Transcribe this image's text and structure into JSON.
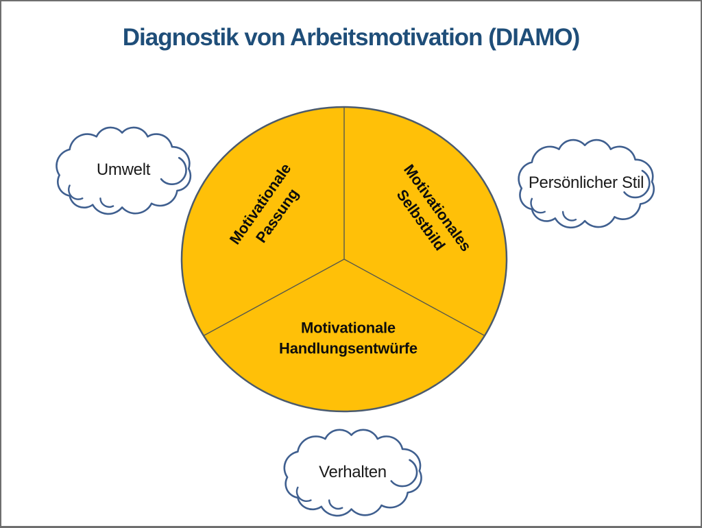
{
  "title": "Diagnostik von Arbeitsmotivation (DIAMO)",
  "diagram": {
    "sectors": [
      {
        "id": "motivationale-passung",
        "label": "Motivationale\nPassung",
        "position": "upper-left"
      },
      {
        "id": "motivationales-selbstbild",
        "label": "Motivationales\nSelbstbild",
        "position": "upper-right"
      },
      {
        "id": "motivationale-handlungsentwuerfe",
        "label": "Motivationale\nHandlungsentwürfe",
        "position": "bottom"
      }
    ],
    "clouds": [
      {
        "id": "umwelt",
        "label": "Umwelt",
        "position": "left"
      },
      {
        "id": "persoenlicher-stil",
        "label": "Persönlicher Stil",
        "position": "right"
      },
      {
        "id": "verhalten",
        "label": "Verhalten",
        "position": "bottom"
      }
    ]
  },
  "colors": {
    "title": "#1F4E79",
    "circle_fill": "#FFC008",
    "circle_stroke": "#4A5A6E",
    "divider_stroke": "#56584C",
    "cloud_fill": "#FFFFFF",
    "cloud_stroke": "#3F5F8F",
    "sector_text": "#0D0D0D",
    "cloud_text": "#1A1A1A",
    "slide_border": "#6E6E6E"
  }
}
